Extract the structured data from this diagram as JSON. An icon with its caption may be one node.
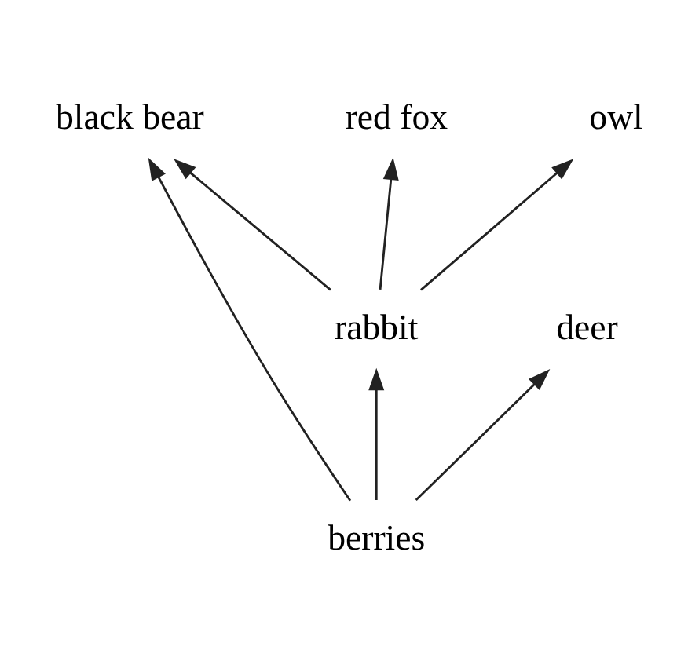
{
  "diagram": {
    "nodes": [
      {
        "text": [
          "red fox"
        ]
      },
      {
        "text": [
          "owl"
        ]
      },
      {
        "text": [
          "black bear"
        ]
      },
      {
        "text": [
          "rabbit"
        ]
      },
      {
        "text": [
          "deer"
        ]
      },
      {
        "text": [
          "berries"
        ]
      }
    ],
    "edges": [
      {
        "from": 3,
        "to": 1,
        "arrow": "to"
      },
      {
        "from": 3,
        "to": 0,
        "arrow": "to"
      },
      {
        "from": 3,
        "to": 2,
        "arrow": "to"
      },
      {
        "from": 5,
        "to": 3,
        "arrow": "to"
      },
      {
        "from": 5,
        "to": 2,
        "arrow": "to"
      },
      {
        "from": 5,
        "to": 4,
        "arrow": "to"
      }
    ]
  }
}
